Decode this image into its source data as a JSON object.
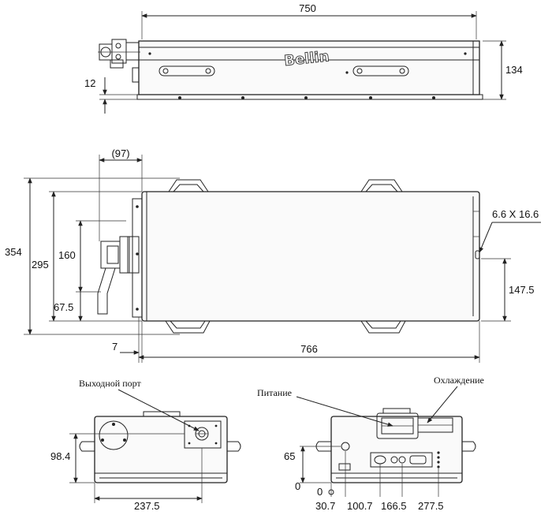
{
  "top_view": {
    "brand": "Bellin",
    "dim_length": "750",
    "dim_height": "134",
    "dim_foot": "12"
  },
  "side_view": {
    "dim_bracket": "(97)",
    "dim_total_height": "354",
    "dim_body_height": "295",
    "dim_connector_height": "160",
    "dim_connector_offset": "67.5",
    "dim_slot": "6.6 X 16.6",
    "dim_slot_height": "147.5",
    "dim_offset": "7",
    "dim_length": "766"
  },
  "output_end": {
    "label_output_port": "Выходной порт",
    "dim_port_height": "98.4",
    "dim_width": "237.5"
  },
  "rear_end": {
    "label_power": "Питание",
    "label_cooling": "Охлаждение",
    "dim_height": "65",
    "dim_zero_v": "0",
    "dim_zero_h": "0",
    "dim_x1": "30.7",
    "dim_x2": "100.7",
    "dim_x3": "166.5",
    "dim_x4": "277.5"
  }
}
